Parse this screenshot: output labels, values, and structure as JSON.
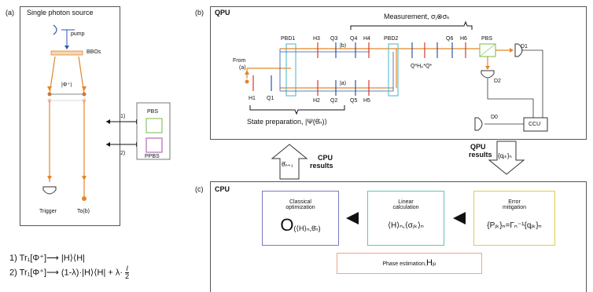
{
  "panel_a": {
    "label": "(a)",
    "title": "Single photon source",
    "pump": "pump",
    "bbos": "BBOs",
    "state": "|Φ⁺⟩",
    "trigger": "Trigger",
    "to_b": "To(b)",
    "pbs": "PBS",
    "ppbs": "PPBS",
    "arrow1": "1)",
    "arrow2": "2)"
  },
  "equations": {
    "eq1": "1) Tr₁[Φ⁺]⟶ |H⟩⟨H|",
    "eq2": "2) Tr₁[Φ⁺]⟶ (1-λ)·|H⟩⟨H| + λ·",
    "eq2_frac_num": "I",
    "eq2_frac_den": "2"
  },
  "panel_b": {
    "label": "(b)",
    "title": "QPU",
    "measurement": "Measurement, σⱼ⊗σₖ",
    "from": "From",
    "from_a": "(a)",
    "pbd1": "PBD1",
    "pbd2": "PBD2",
    "pbs": "PBS",
    "h1": "H1",
    "q1": "Q1",
    "h2": "H2",
    "q2": "Q2",
    "h3": "H3",
    "q3": "Q3",
    "q4": "Q4",
    "h4": "H4",
    "q5": "Q5",
    "h5": "H5",
    "q6": "Q6",
    "h6": "H6",
    "qhq": "Q*Hₚ*Q*",
    "ket_b": "|b⟩",
    "ket_a": "|a⟩",
    "d0": "D0",
    "d1": "D1",
    "d2": "D2",
    "ccu": "CCU",
    "state_prep": "State preparation, |Ψ(θ̄ₙ)⟩"
  },
  "middle": {
    "theta": "θ̄ₙ₊₁",
    "cpu_results_line1": "CPU",
    "cpu_results_line2": "results",
    "qpu_results_line1": "QPU",
    "qpu_results_line2": "results",
    "qjk": "{qⱼₖ}ₙ"
  },
  "panel_c": {
    "label": "(c)",
    "title": "CPU",
    "box1_title1": "Classical",
    "box1_title2": "optimization",
    "box1_O": "O",
    "box1_args": "(⟨H⟩ₙ,θ̄ₙ)",
    "box2_title1": "Linear",
    "box2_title2": "calculation",
    "box2_content": "⟨H⟩ₙ,⟨σⱼₖ⟩ₙ",
    "box3_title1": "Error",
    "box3_title2": "mitigation",
    "box3_content": "{Pⱼₖ}ₙ=Γₙ⁻¹{qⱼₖ}ₙ",
    "phase_label": "Phase estimation,",
    "phase_H": "Hₚ"
  },
  "colors": {
    "orange": "#e3862a",
    "blue": "#2a57a8",
    "red": "#d43a2a",
    "cyan": "#5fc3cf",
    "green": "#8cc665",
    "purple": "#b06ab8",
    "box1": "#7b79c2",
    "box2": "#68c3b6",
    "box3": "#e6c84a",
    "phase": "#f0a588"
  }
}
